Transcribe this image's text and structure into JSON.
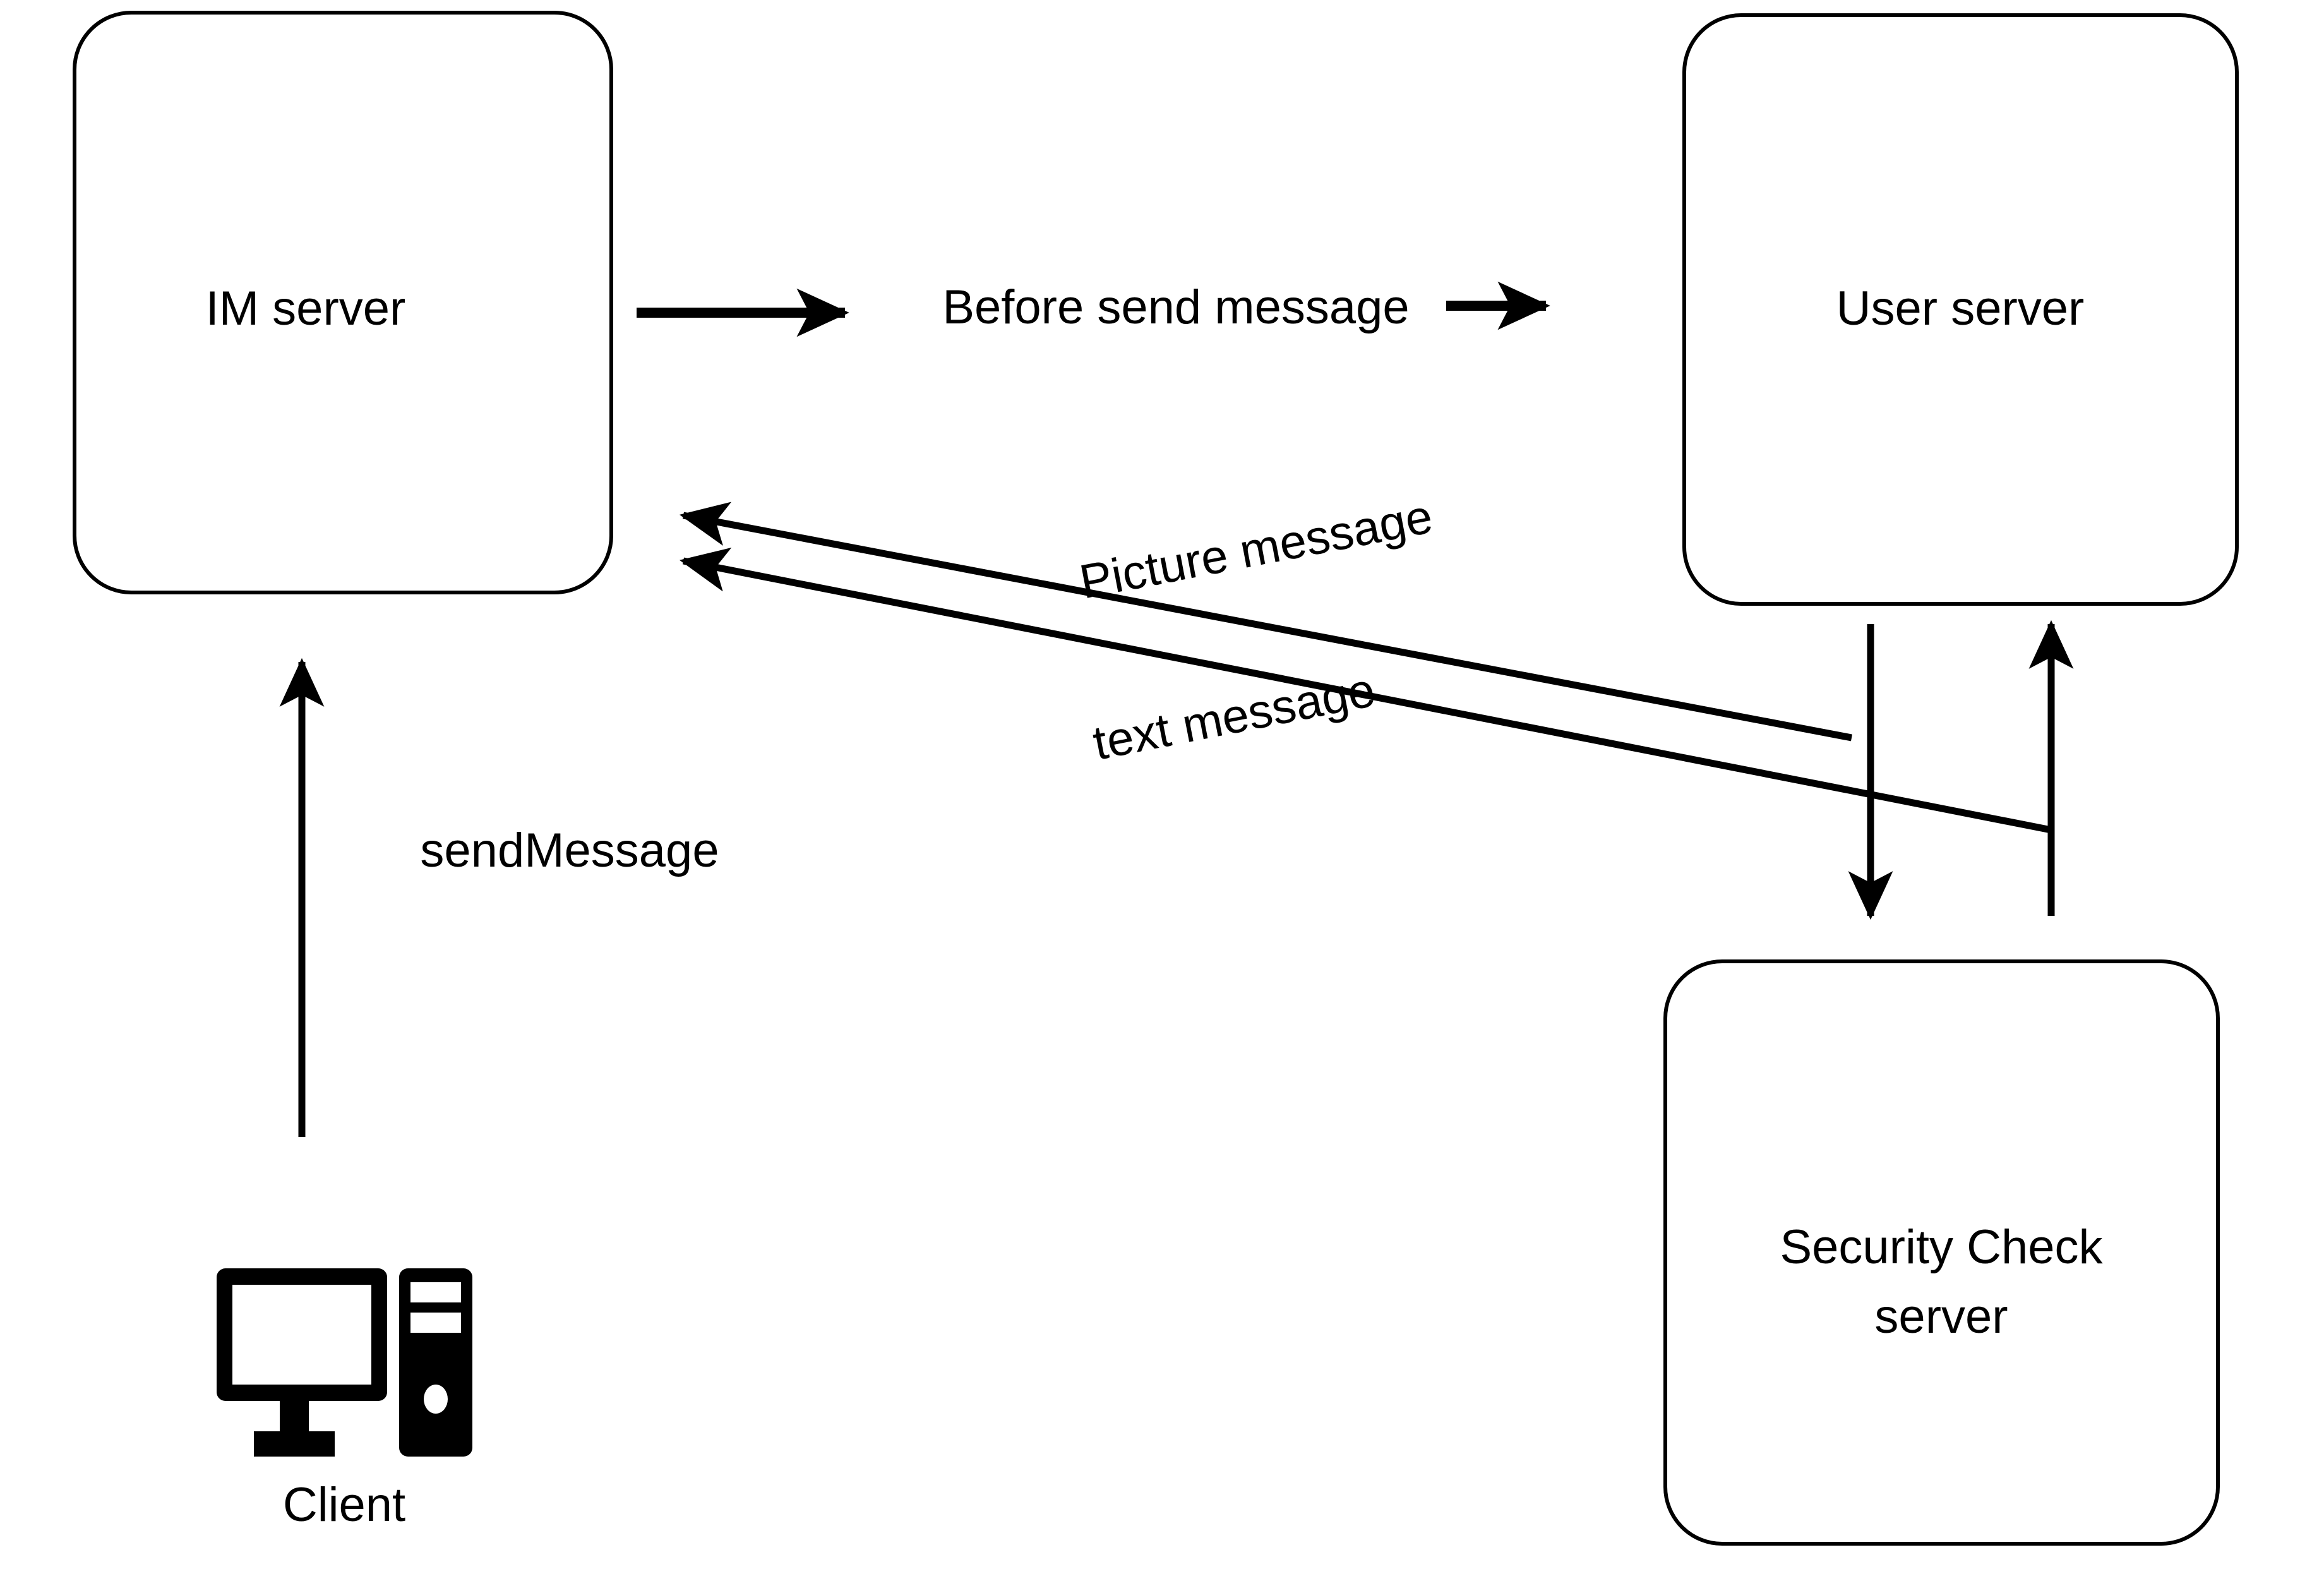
{
  "diagram": {
    "title": "IM message security check flow",
    "background_color": "#ffffff",
    "stroke_color": "#000000",
    "nodes": [
      {
        "id": "im-server",
        "label": "IM server",
        "shape": "rounded-rect"
      },
      {
        "id": "user-server",
        "label": "User server",
        "shape": "rounded-rect"
      },
      {
        "id": "security-server",
        "label": "Security Check",
        "label_line2": "server",
        "shape": "rounded-rect"
      },
      {
        "id": "client",
        "label": "Client",
        "shape": "desktop-computer-icon"
      }
    ],
    "edges": [
      {
        "id": "before-send-message",
        "label": "Before send message",
        "from": "im-server",
        "to": "user-server",
        "direction": "right"
      },
      {
        "id": "picture-message",
        "label": "Picture message",
        "from": "user-server",
        "to": "im-server",
        "direction": "left"
      },
      {
        "id": "text-message",
        "label": "text message",
        "from": "security-server",
        "to": "im-server",
        "direction": "left"
      },
      {
        "id": "send-message",
        "label": "sendMessage",
        "from": "client",
        "to": "im-server",
        "direction": "up"
      },
      {
        "id": "user-to-security",
        "label": "",
        "from": "user-server",
        "to": "security-server",
        "direction": "down"
      },
      {
        "id": "security-to-user",
        "label": "",
        "from": "security-server",
        "to": "user-server",
        "direction": "up"
      }
    ]
  }
}
